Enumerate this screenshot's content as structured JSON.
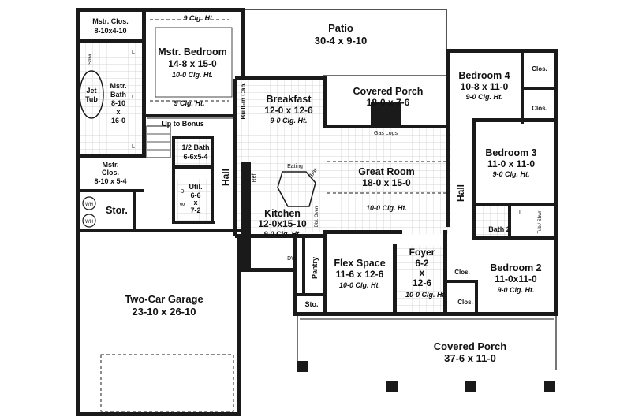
{
  "rooms": {
    "patio": {
      "name": "Patio",
      "size": "30-4 x 9-10"
    },
    "mstr_clos_top": {
      "name": "Mstr. Clos.",
      "size": "8-10x4-10"
    },
    "mstr_bedroom": {
      "name": "Mstr. Bedroom",
      "size": "14-8 x 15-0",
      "ceiling": "10-0 Clg. Ht."
    },
    "mstr_bath": {
      "name": "Mstr.",
      "name2": "Bath",
      "size1": "8-10",
      "size2": "x",
      "size3": "16-0"
    },
    "jet_tub": {
      "line1": "Jet",
      "line2": "Tub"
    },
    "mstr_clos_bottom": {
      "name": "Mstr.",
      "name2": "Clos.",
      "size": "8-10 x 5-4"
    },
    "breakfast": {
      "name": "Breakfast",
      "size": "12-0 x 12-6",
      "ceiling": "9-0 Clg. Ht."
    },
    "covered_porch_rear": {
      "name": "Covered Porch",
      "size": "18-0 x 7-6"
    },
    "bedroom4": {
      "name": "Bedroom 4",
      "size": "10-8 x 11-0",
      "ceiling": "9-0 Clg. Ht."
    },
    "bedroom3": {
      "name": "Bedroom 3",
      "size": "11-0 x 11-0",
      "ceiling": "9-0 Clg. Ht."
    },
    "bedroom2": {
      "name": "Bedroom 2",
      "size": "11-0x11-0",
      "ceiling": "9-0 Clg. Ht."
    },
    "half_bath": {
      "name": "1/2 Bath",
      "size": "6-6x5-4"
    },
    "util": {
      "name": "Util.",
      "size1": "6-6",
      "size2": "x",
      "size3": "7-2"
    },
    "great_room": {
      "name": "Great Room",
      "size": "18-0 x 15-0",
      "ceiling": "10-0 Clg. Ht."
    },
    "kitchen": {
      "name": "Kitchen",
      "size": "12-0x15-10",
      "ceiling": "9-0 Clg. Ht."
    },
    "flex_space": {
      "name": "Flex Space",
      "size": "11-6 x 12-6",
      "ceiling": "10-0 Clg. Ht."
    },
    "foyer": {
      "name": "Foyer",
      "size1": "6-2",
      "size2": "x",
      "size3": "12-6",
      "ceiling": "10-0 Clg. Ht."
    },
    "stor": {
      "name": "Stor."
    },
    "garage": {
      "name": "Two-Car Garage",
      "size": "23-10 x 26-10"
    },
    "covered_porch_front": {
      "name": "Covered Porch",
      "size": "37-6 x 11-0"
    },
    "bath2": {
      "name": "Bath 2"
    },
    "pantry": {
      "name": "Pantry"
    },
    "sto": {
      "name": "Sto."
    }
  },
  "labels": {
    "ceiling_9_top": "9 Clg. Ht.",
    "ceiling_9_mid": "9 Clg. Ht.",
    "up_to_bonus": "Up to Bonus",
    "built_in_cab": "Built-in Cab.",
    "hall_left": "Hall",
    "hall_right": "Hall",
    "gas_logs": "Gas Logs",
    "eating_bar": "Eating",
    "bar": "Bar",
    "ref": "Ref.",
    "dbl_oven": "Dbl. Oven",
    "dw": "DW",
    "wh1": "WH",
    "wh2": "WH",
    "shwr": "Shwr",
    "tub_shwr": "Tub / Shwr",
    "clos_b4_top": "Clos.",
    "clos_b4_bottom": "Clos.",
    "clos_b2_left": "Clos.",
    "clos_b2_right": "Clos.",
    "lin_l1": "L",
    "lin_l2": "L",
    "lin_l3": "L",
    "lin_l4": "L",
    "util_d": "D",
    "util_w": "W"
  }
}
